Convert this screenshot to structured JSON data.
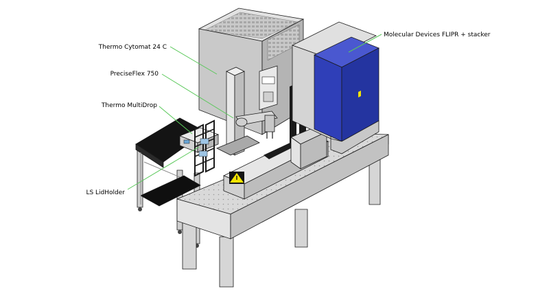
{
  "labels": {
    "cytomat": "Thermo Cytomat 24 C",
    "preciseflex": "PreciseFlex 750",
    "multidrop": "Thermo MultiDrop",
    "lidholder": "LS LidHolder",
    "flipr": "Molecular Devices FLIPR + stacker"
  },
  "colors": {
    "leader_line": "#5ac85a",
    "outline": "#1a1a1a",
    "flipr_blue": "#2f3fb8",
    "bench_black": "#141414",
    "warning_yellow": "#f5e400"
  },
  "icons": {
    "warning": "warning-triangle-icon"
  }
}
